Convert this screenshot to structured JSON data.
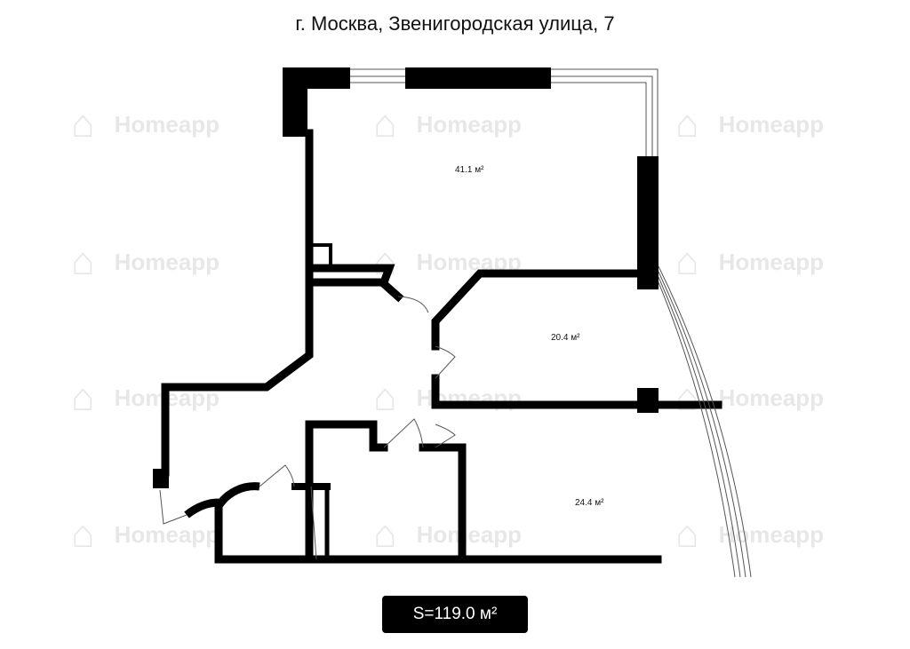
{
  "header": {
    "title": "г. Москва, Звенигородская улица, 7"
  },
  "watermark": {
    "text": "Homeapp",
    "icon": "house-icon"
  },
  "rooms": [
    {
      "id": "living",
      "area": "41.1 м²"
    },
    {
      "id": "bedroom-1",
      "area": "20.4 м²"
    },
    {
      "id": "bedroom-2",
      "area": "24.4 м²"
    }
  ],
  "summary": {
    "total_area": "S=119.0 м²"
  },
  "colors": {
    "wall": "#000000",
    "background": "#ffffff",
    "window_line": "#555555"
  }
}
